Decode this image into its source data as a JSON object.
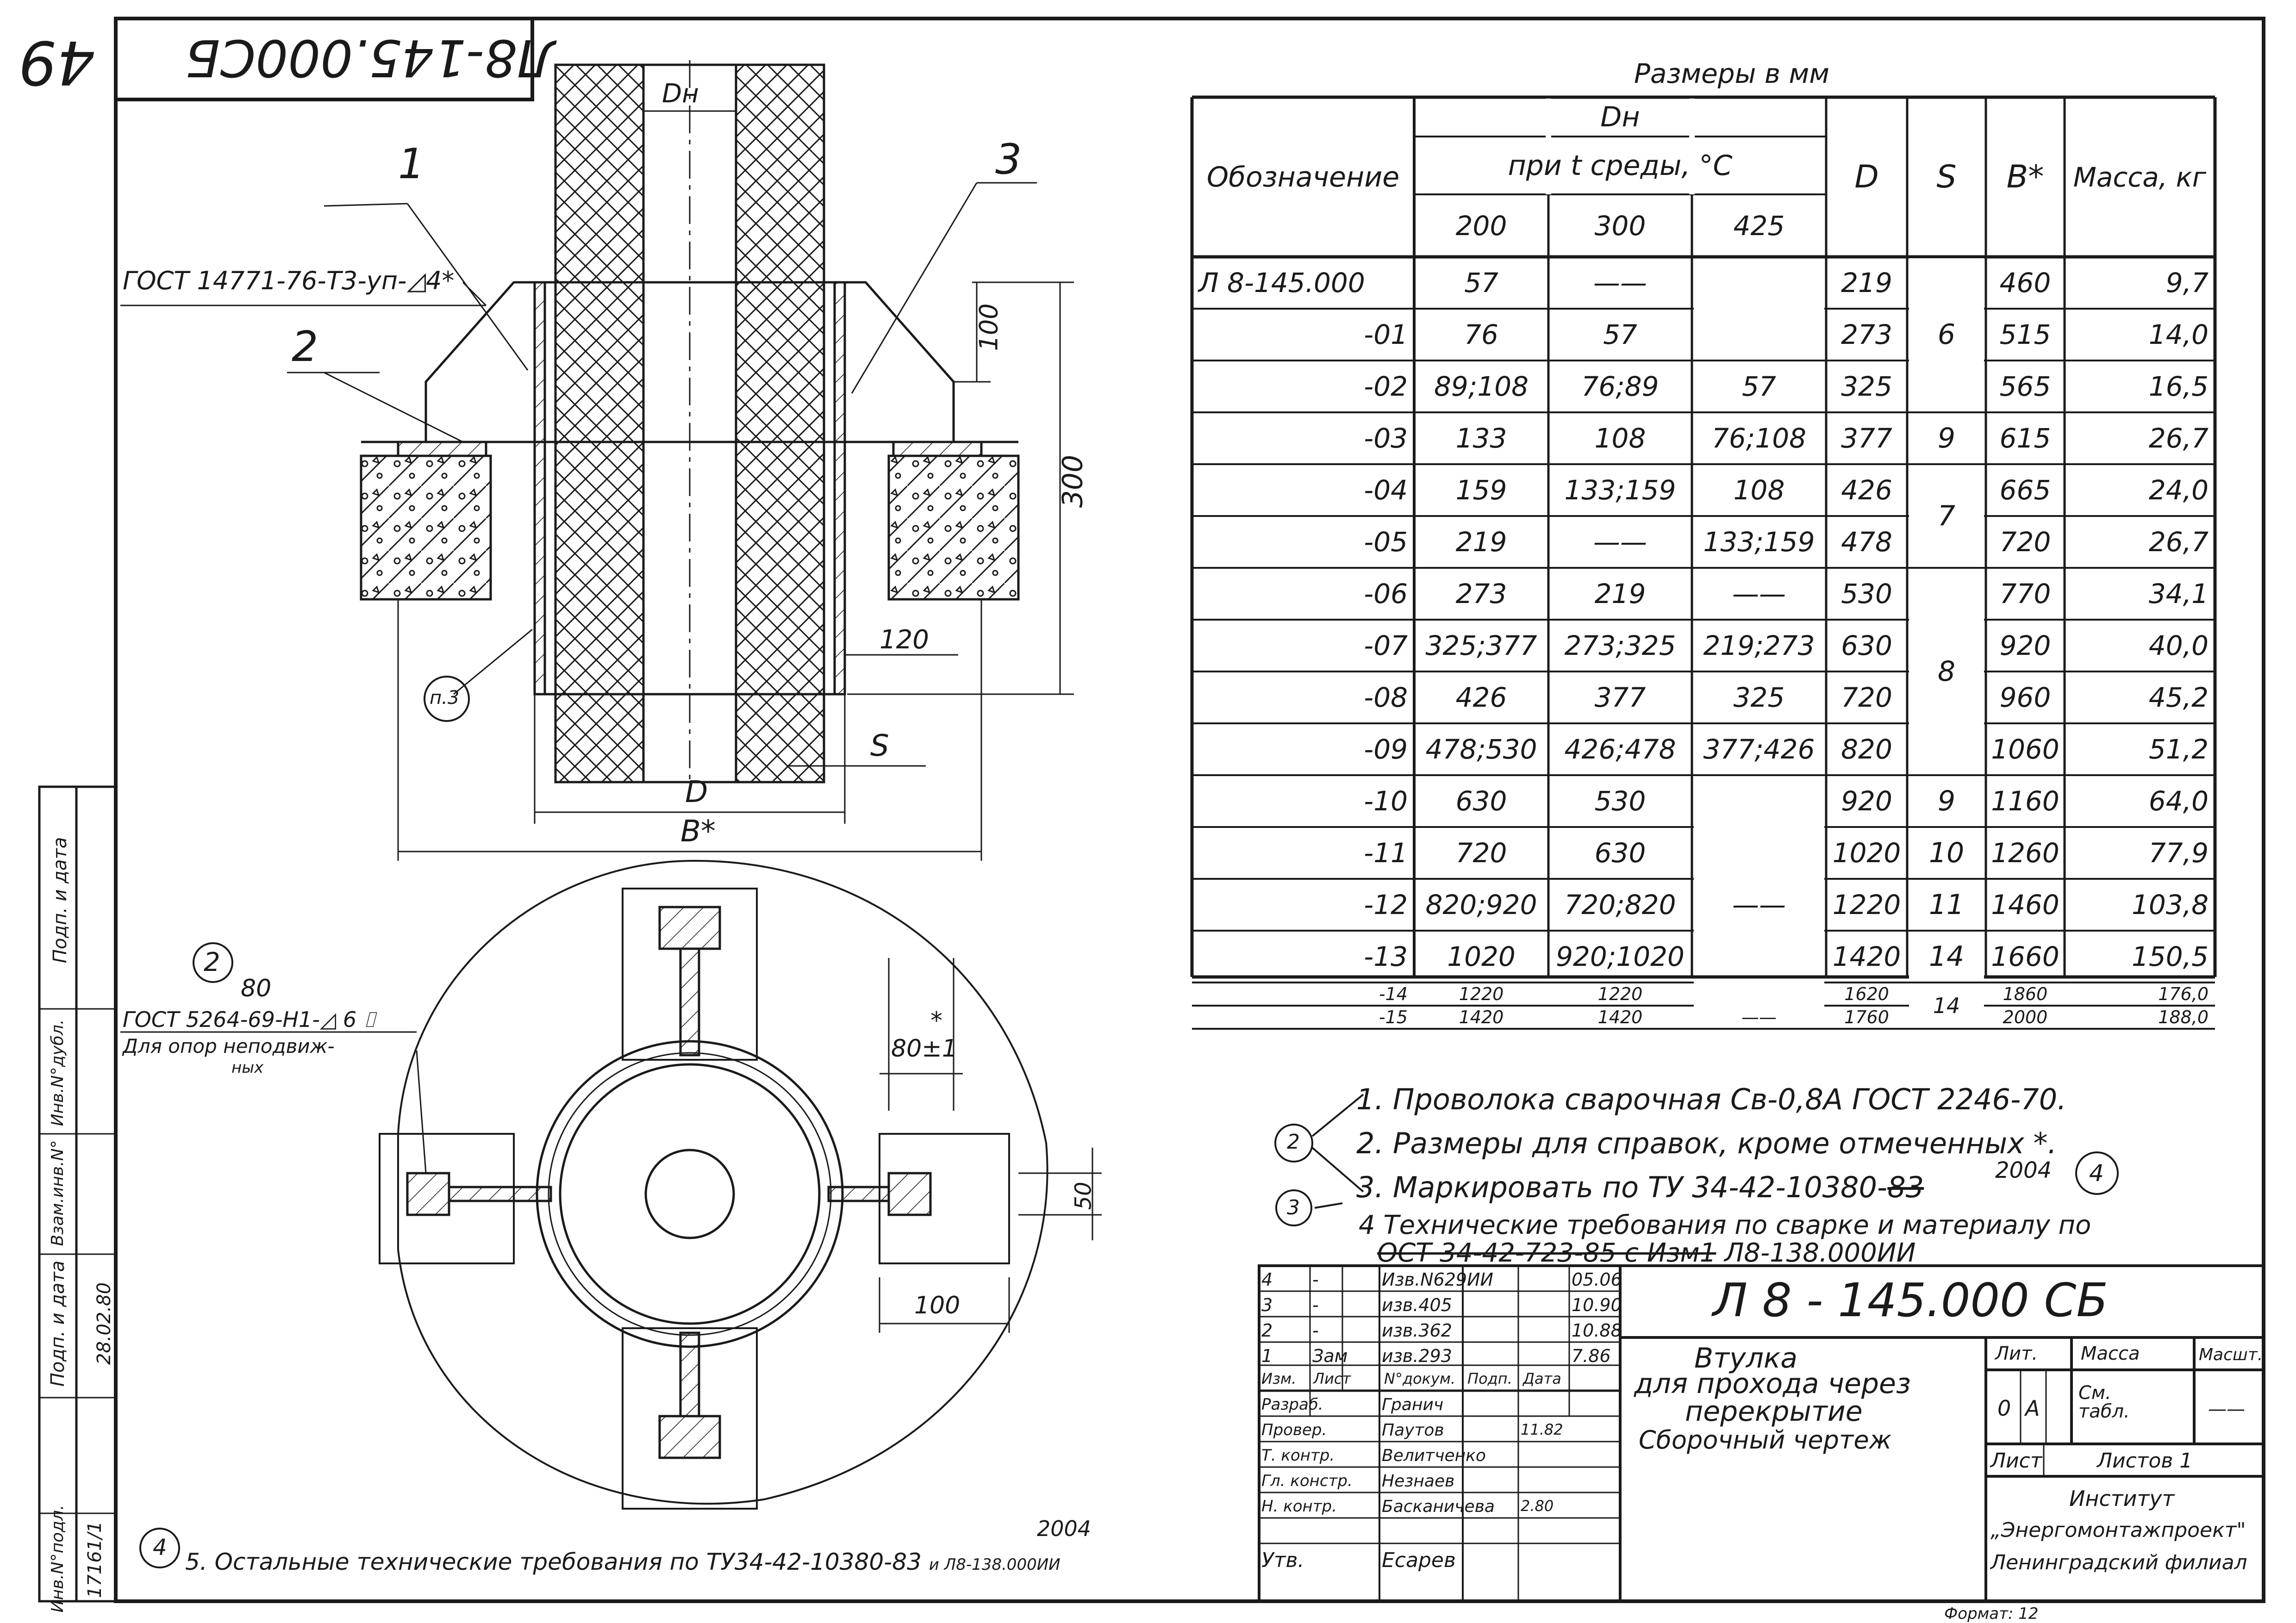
{
  "sheet": {
    "page_number": "49",
    "code_rotated": "Л8-145.000СБ"
  },
  "drawing": {
    "labels": {
      "dn_top": "Dн",
      "pos1": "1",
      "pos2": "2",
      "pos3": "3",
      "weld_gost": "ГОСТ 14771-76-Т3-уп-◿4*",
      "dim100": "100",
      "dim300": "300",
      "dim120": "120",
      "s": "S",
      "d": "D",
      "bstar": "B*",
      "p3": "п.3"
    },
    "plan": {
      "pos2": "2",
      "weld_num": "80",
      "weld_gost": "ГОСТ 5264-69-Н1-◿ 6 ⌷",
      "weld_note": "Для опор неподвиж-",
      "weld_note2": "ных",
      "dim80": "80±1",
      "dim80_star": "*",
      "dim50": "50",
      "dim100": "100"
    }
  },
  "size_table": {
    "caption": "Размеры в мм",
    "headers": {
      "designation": "Обозначение",
      "dn": "Dн",
      "dn_sub": "при t среды, °С",
      "t200": "200",
      "t300": "300",
      "t425": "425",
      "d": "D",
      "s": "S",
      "b": "B*",
      "mass": "Масса, кг"
    },
    "rows": [
      {
        "des": "Л 8-145.000",
        "c200": "57",
        "c300": "——",
        "c425": "",
        "d": "219",
        "b": "460",
        "m": "9,7"
      },
      {
        "des": "-01",
        "c200": "76",
        "c300": "57",
        "c425": "",
        "d": "273",
        "b": "515",
        "m": "14,0"
      },
      {
        "des": "-02",
        "c200": "89;108",
        "c300": "76;89",
        "c425": "57",
        "d": "325",
        "b": "565",
        "m": "16,5"
      },
      {
        "des": "-03",
        "c200": "133",
        "c300": "108",
        "c425": "76;108",
        "d": "377",
        "b": "615",
        "m": "26,7"
      },
      {
        "des": "-04",
        "c200": "159",
        "c300": "133;159",
        "c425": "108",
        "d": "426",
        "b": "665",
        "m": "24,0"
      },
      {
        "des": "-05",
        "c200": "219",
        "c300": "——",
        "c425": "133;159",
        "d": "478",
        "b": "720",
        "m": "26,7"
      },
      {
        "des": "-06",
        "c200": "273",
        "c300": "219",
        "c425": "——",
        "d": "530",
        "b": "770",
        "m": "34,1"
      },
      {
        "des": "-07",
        "c200": "325;377",
        "c300": "273;325",
        "c425": "219;273",
        "d": "630",
        "b": "920",
        "m": "40,0"
      },
      {
        "des": "-08",
        "c200": "426",
        "c300": "377",
        "c425": "325",
        "d": "720",
        "b": "960",
        "m": "45,2"
      },
      {
        "des": "-09",
        "c200": "478;530",
        "c300": "426;478",
        "c425": "377;426",
        "d": "820",
        "b": "1060",
        "m": "51,2"
      },
      {
        "des": "-10",
        "c200": "630",
        "c300": "530",
        "c425": "",
        "d": "920",
        "b": "1160",
        "m": "64,0"
      },
      {
        "des": "-11",
        "c200": "720",
        "c300": "630",
        "c425": "",
        "d": "1020",
        "b": "1260",
        "m": "77,9"
      },
      {
        "des": "-12",
        "c200": "820;920",
        "c300": "720;820",
        "c425": "——",
        "d": "1220",
        "b": "1460",
        "m": "103,8"
      },
      {
        "des": "-13",
        "c200": "1020",
        "c300": "920;1020",
        "c425": "",
        "d": "1420",
        "b": "1660",
        "m": "150,5"
      },
      {
        "des": "-14",
        "c200": "1220",
        "c300": "1220",
        "c425": "",
        "d": "1620",
        "b": "1860",
        "m": "176,0"
      },
      {
        "des": "-15",
        "c200": "1420",
        "c300": "1420",
        "c425": "——",
        "d": "1760",
        "b": "2000",
        "m": "188,0"
      }
    ],
    "s_groups": [
      {
        "value": "6"
      },
      {
        "value": "9"
      },
      {
        "value": "7"
      },
      {
        "value": "8"
      },
      {
        "value": "9"
      },
      {
        "value": "10"
      },
      {
        "value": "11"
      },
      {
        "value": "14"
      },
      {
        "value": "14"
      }
    ]
  },
  "notes": {
    "n1": "1. Проволока сварочная Св-0,8А ГОСТ 2246-70.",
    "n2": "2. Размеры для справок, кроме отмеченных *.",
    "n3": "3. Маркировать по ТУ 34-42-10380-",
    "n3_strike": "83",
    "n3_year": "2004",
    "n4": "4 Технические требования по сварке и материалу по",
    "n4b_strike": "ОСТ 34-42-723-85 с Изм1",
    "n4b": "Л8-138.000ИИ",
    "n5": "5. Остальные технические требования по ТУ34-42-10380-83",
    "n5b": "и Л8-138.000ИИ",
    "n5_year": "2004",
    "circ2": "2",
    "circ3": "3",
    "circ4": "4"
  },
  "title_block": {
    "code": "Л 8 - 145.000 СБ",
    "name1": "Втулка",
    "name2": "для прохода через",
    "name3": "перекрытие",
    "name4": "Сборочный чертеж",
    "lit_h": "Лит.",
    "mass_h": "Масса",
    "scale_h": "Масшт.",
    "lit1": "0",
    "lit2": "А",
    "mass_v": "См. табл.",
    "scale_v": "——",
    "sheet": "Лист",
    "sheets": "Листов 1",
    "org1": "Институт",
    "org2": "„Энергомонтажпроект\"",
    "org3": "Ленинградский филиал",
    "format": "Формат: 12",
    "changes": [
      {
        "n": "4",
        "c": "-",
        "doc": "Изв.N629ИИ",
        "date": "05.06"
      },
      {
        "n": "3",
        "c": "-",
        "doc": "изв.405",
        "date": "10.90"
      },
      {
        "n": "2",
        "c": "-",
        "doc": "изв.362",
        "date": "10.88"
      },
      {
        "n": "1",
        "c": "Зам",
        "doc": "изв.293",
        "date": "7.86"
      }
    ],
    "hdr": {
      "izm": "Изм.",
      "list": "Лист",
      "doc": "N°докум.",
      "sign": "Подп.",
      "date": "Дата"
    },
    "people": [
      {
        "role": "Разраб.",
        "name": "Гранич",
        "date": ""
      },
      {
        "role": "Провер.",
        "name": "Паутов",
        "date": "11.82"
      },
      {
        "role": "Т. контр.",
        "name": "Велитченко",
        "date": ""
      },
      {
        "role": "Гл. констр.",
        "name": "Незнаев",
        "date": ""
      },
      {
        "role": "Н. контр.",
        "name": "Басканичева",
        "date": "2.80"
      },
      {
        "role": "Утв.",
        "name": "Есарев",
        "date": ""
      }
    ]
  },
  "side_stamp": {
    "f1": "Подп. и дата",
    "f2": "Инв.N°дубл.",
    "f3": "Взам.инв.N°",
    "f4": "Подп. и дата",
    "f5": "Инв.N°подл.",
    "v4": "28.02.80",
    "v5": "17161/1"
  }
}
